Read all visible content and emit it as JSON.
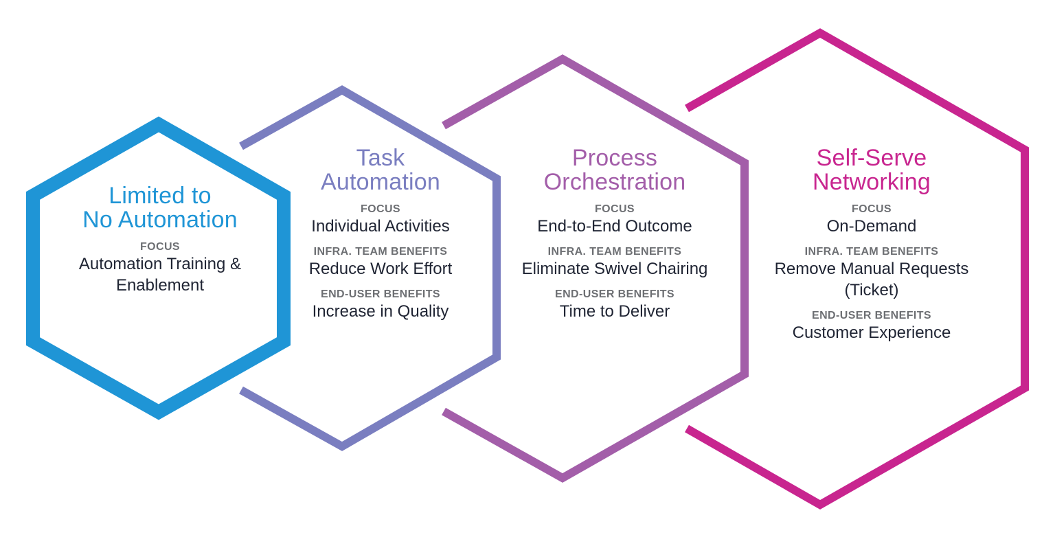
{
  "stages": [
    {
      "title_line1": "Limited to",
      "title_line2": "No Automation",
      "color": "#1f95d6",
      "focus_label": "FOCUS",
      "focus_value": "Automation Training & Enablement"
    },
    {
      "title_line1": "Task",
      "title_line2": "Automation",
      "color": "#7a7ec0",
      "focus_label": "FOCUS",
      "focus_value": "Individual Activities",
      "infra_label": "INFRA. TEAM BENEFITS",
      "infra_value": "Reduce Work Effort",
      "enduser_label": "END-USER BENEFITS",
      "enduser_value": "Increase in Quality"
    },
    {
      "title_line1": "Process",
      "title_line2": "Orchestration",
      "color": "#a35ea9",
      "focus_label": "FOCUS",
      "focus_value": "End-to-End Outcome",
      "infra_label": "INFRA. TEAM BENEFITS",
      "infra_value": "Eliminate Swivel Chairing",
      "enduser_label": "END-USER BENEFITS",
      "enduser_value": "Time to Deliver"
    },
    {
      "title_line1": "Self-Serve",
      "title_line2": "Networking",
      "color": "#c8258f",
      "focus_label": "FOCUS",
      "focus_value": "On-Demand",
      "infra_label": "INFRA. TEAM BENEFITS",
      "infra_value": "Remove Manual Requests (Ticket)",
      "enduser_label": "END-USER BENEFITS",
      "enduser_value": "Customer Experience"
    }
  ]
}
